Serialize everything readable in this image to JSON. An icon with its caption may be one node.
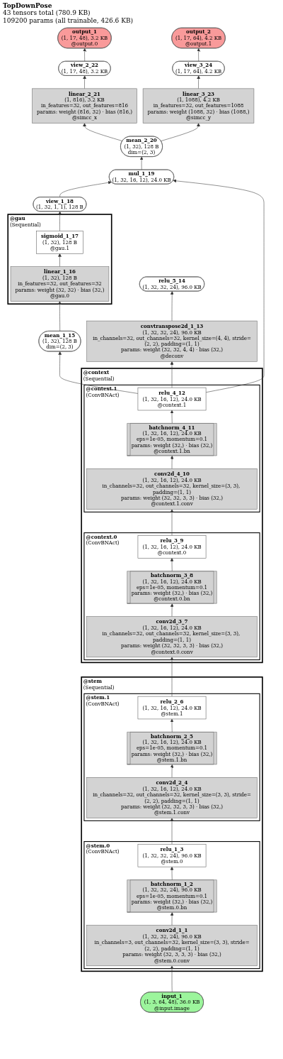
{
  "diagram": {
    "title": "TopDownPose",
    "labels": [
      "43 tensors total (780.9 KB)",
      "109200 params (all trainable, 426.6 KB)"
    ],
    "nodes": [
      {
        "text": [
          "output_2",
          "(1, 17, 64), 4.2 KB",
          "@output.1"
        ]
      },
      {
        "text": [
          "output_1",
          "(1, 17, 48), 3.2 KB",
          "@output.0"
        ]
      },
      {
        "text": [
          "view_2_22",
          "(1, 17, 48), 3.2 KB"
        ]
      },
      {
        "text": [
          "view_3_24",
          "(1, 17, 64), 4.2 KB"
        ]
      },
      {
        "text": [
          "linear_2_21",
          "(1, 816), 3.2 KB",
          "in_features=32, out_features=816",
          "params: weight (816, 32) · bias (816,)",
          "@simcc_x"
        ]
      },
      {
        "text": [
          "linear_3_23",
          "(1, 1088), 4.2 KB",
          "in_features=32, out_features=1088",
          "params: weight (1088, 32) · bias (1088,)",
          "@simcc_y"
        ]
      },
      {
        "text": [
          "mean_2_20",
          "(1, 32), 128 B",
          "dim=(2, 3)"
        ]
      },
      {
        "text": [
          "mul_1_19",
          "(1, 32, 16, 12), 24.0 KB"
        ]
      },
      {
        "text": [
          "view_1_18",
          "(1, 32, 1, 1), 128 B"
        ]
      },
      {
        "text": [
          "@gau",
          "(Sequential)"
        ]
      },
      {
        "text": [
          "sigmoid_1_17",
          "(1, 32), 128 B",
          "@gau.1"
        ],
        "in": 9
      },
      {
        "text": [
          "linear_1_16",
          "(1, 32), 128 B",
          "in_features=32, out_features=32",
          "params: weight (32, 32) · bias (32,)",
          "@gau.0"
        ],
        "in": 9
      },
      {
        "text": [
          "relu_5_14",
          "(1, 32, 32, 24), 96.0 KB"
        ]
      },
      {
        "text": [
          "convtranspose2d_1_13",
          "(1, 32, 32, 24), 96.0 KB",
          "in_channels=32, out_channels=32, kernel_size=(4, 4), stride=(2, 2), padding=(1, 1)",
          "params: weight (32, 32, 4, 4) · bias (32,)",
          "@deconv"
        ]
      },
      {
        "text": [
          "mean_1_15",
          "(1, 32), 128 B",
          "dim=(2, 3)"
        ]
      },
      {
        "text": [
          "@context",
          "(Sequential)"
        ]
      },
      {
        "text": [
          "@context.1",
          "(ConvBNAct)"
        ],
        "in": 15
      },
      {
        "text": [
          "relu_4_12",
          "(1, 32, 16, 12), 24.0 KB",
          "@context.1"
        ],
        "in": 16
      },
      {
        "text": [
          "batchnorm_4_11",
          "(1, 32, 16, 12), 24.0 KB",
          "eps=1e-05, momentum=0.1",
          "params: weight (32,) · bias (32,)",
          "@context.1.bn"
        ],
        "in": 16
      },
      {
        "text": [
          "conv2d_4_10",
          "(1, 32, 16, 12), 24.0 KB",
          "in_channels=32, out_channels=32, kernel_size=(3, 3), padding=(1, 1)",
          "params: weight (32, 32, 3, 3) · bias (32,)",
          "@context.1.conv"
        ],
        "in": 16
      },
      {
        "text": [
          "@context.0",
          "(ConvBNAct)"
        ],
        "in": 15
      },
      {
        "text": [
          "relu_3_9",
          "(1, 32, 16, 12), 24.0 KB",
          "@context.0"
        ],
        "in": 20
      },
      {
        "text": [
          "batchnorm_3_8",
          "(1, 32, 16, 12), 24.0 KB",
          "eps=1e-05, momentum=0.1",
          "params: weight (32,) · bias (32,)",
          "@context.0.bn"
        ],
        "in": 20
      },
      {
        "text": [
          "conv2d_3_7",
          "(1, 32, 16, 12), 24.0 KB",
          "in_channels=32, out_channels=32, kernel_size=(3, 3), padding=(1, 1)",
          "params: weight (32, 32, 3, 3) · bias (32,)",
          "@context.0.conv"
        ],
        "in": 20
      },
      {
        "text": [
          "@stem",
          "(Sequential)"
        ]
      },
      {
        "text": [
          "@stem.1",
          "(ConvBNAct)"
        ],
        "in": 24
      },
      {
        "text": [
          "relu_2_6",
          "(1, 32, 16, 12), 24.0 KB",
          "@stem.1"
        ],
        "in": 25
      },
      {
        "text": [
          "batchnorm_2_5",
          "(1, 32, 16, 12), 24.0 KB",
          "eps=1e-05, momentum=0.1",
          "params: weight (32,) · bias (32,)",
          "@stem.1.bn"
        ],
        "in": 25
      },
      {
        "text": [
          "conv2d_2_4",
          "(1, 32, 16, 12), 24.0 KB",
          "in_channels=32, out_channels=32, kernel_size=(3, 3), stride=(2, 2), padding=(1, 1)",
          "params: weight (32, 32, 3, 3) · bias (32,)",
          "@stem.1.conv"
        ],
        "in": 25
      },
      {
        "text": [
          "@stem.0",
          "(ConvBNAct)"
        ],
        "in": 24
      },
      {
        "text": [
          "relu_1_3",
          "(1, 32, 32, 24), 96.0 KB",
          "@stem.0"
        ],
        "in": 29
      },
      {
        "text": [
          "batchnorm_1_2",
          "(1, 32, 32, 24), 96.0 KB",
          "eps=1e-05, momentum=0.1",
          "params: weight (32,) · bias (32,)",
          "@stem.0.bn"
        ],
        "in": 29
      },
      {
        "text": [
          "conv2d_1_1",
          "(1, 32, 32, 24), 96.0 KB",
          "in_channels=3, out_channels=32, kernel_size=(3, 3), stride=(2, 2), padding=(1, 1)",
          "params: weight (32, 3, 3, 3) · bias (32,)",
          "@stem.0.conv"
        ],
        "in": 29
      },
      {
        "text": [
          "input_1",
          "(1, 3, 64, 48), 36.0 KB",
          "@input.image"
        ]
      }
    ],
    "edges": [
      {
        "from": 33,
        "to": 32,
        "arrow": "to"
      },
      {
        "from": 32,
        "to": 31,
        "arrow": "to"
      },
      {
        "from": 31,
        "to": 30,
        "arrow": "to"
      },
      {
        "from": 30,
        "to": 28,
        "arrow": "to"
      },
      {
        "from": 28,
        "to": 27,
        "arrow": "to"
      },
      {
        "from": 27,
        "to": 26,
        "arrow": "to"
      },
      {
        "from": 26,
        "to": 23,
        "arrow": "to"
      },
      {
        "from": 23,
        "to": 22,
        "arrow": "to"
      },
      {
        "from": 22,
        "to": 21,
        "arrow": "to"
      },
      {
        "from": 21,
        "to": 19,
        "arrow": "to"
      },
      {
        "from": 19,
        "to": 18,
        "arrow": "to"
      },
      {
        "from": 18,
        "to": 17,
        "arrow": "to"
      },
      {
        "from": 17,
        "to": 13,
        "arrow": "to"
      },
      {
        "from": 13,
        "to": 12,
        "arrow": "to"
      },
      {
        "from": 17,
        "to": 14,
        "arrow": "to"
      },
      {
        "from": 14,
        "to": 11,
        "arrow": "to"
      },
      {
        "from": 11,
        "to": 10,
        "arrow": "to"
      },
      {
        "from": 10,
        "to": 8,
        "arrow": "to"
      },
      {
        "from": 8,
        "to": 7,
        "arrow": "to"
      },
      {
        "from": 17,
        "to": 7,
        "arrow": "to"
      },
      {
        "from": 7,
        "to": 6,
        "arrow": "to"
      },
      {
        "from": 6,
        "to": 4,
        "arrow": "to"
      },
      {
        "from": 6,
        "to": 5,
        "arrow": "to"
      },
      {
        "from": 4,
        "to": 2,
        "arrow": "to"
      },
      {
        "from": 2,
        "to": 1,
        "arrow": "to"
      },
      {
        "from": 5,
        "to": 3,
        "arrow": "to"
      },
      {
        "from": 3,
        "to": 0,
        "arrow": "to"
      }
    ]
  }
}
